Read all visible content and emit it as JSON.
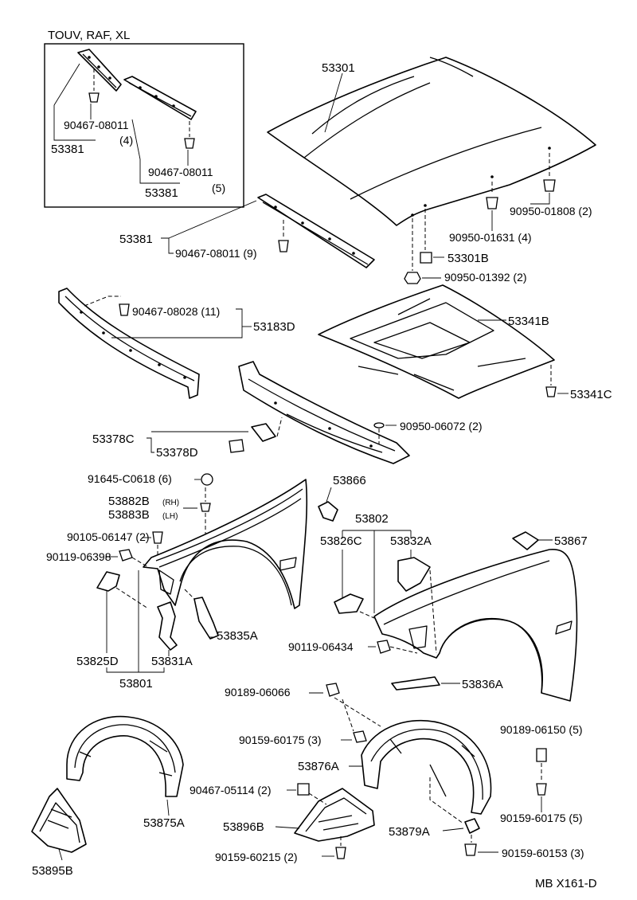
{
  "inset": {
    "title": "TOUV, RAF, XL",
    "fastener_a": "90467-08011",
    "qty_a": "(4)",
    "part_a": "53381",
    "fastener_b": "90467-08011",
    "qty_b": "(5)",
    "part_b": "53381"
  },
  "labels": {
    "hood": "53301",
    "hood_grommet_a": "90950-01808 (2)",
    "hood_grommet_b": "90950-01631 (4)",
    "hood_bumper": "53301B",
    "hood_clip": "90950-01392 (2)",
    "stiffener": "53381",
    "stiffener_clip": "90467-08011 (9)",
    "seal_clip": "90467-08028 (11)",
    "seal": "53183D",
    "insulator": "53341B",
    "insulator_clip": "53341C",
    "support_plug": "90950-06072 (2)",
    "brace_group": "53378C",
    "brace": "53378D",
    "washer_nut": "91645-C0618 (6)",
    "apron_seal_rh": "53882B",
    "apron_seal_lh": "53883B",
    "rh": "(RH)",
    "lh": "(LH)",
    "bolt_a": "90105-06147 (2)",
    "bolt_b": "90119-06398",
    "protector_l": "53866",
    "fender_assy": "53802",
    "fender_bracket_c": "53826C",
    "fender_bracket_a": "53832A",
    "protector_r": "53867",
    "fender_brace": "53835A",
    "bolt_c": "90119-06434",
    "bracket_d": "53825D",
    "bracket_a": "53831A",
    "fender_l": "53801",
    "fender_brace_b": "53836A",
    "screw_a": "90189-06066",
    "screw_b": "90189-06150 (5)",
    "screw_c": "90159-60175 (3)",
    "liner_r": "53876A",
    "clip_a": "90467-05114 (2)",
    "screw_d": "90159-60175 (5)",
    "shield_r": "53896B",
    "shield_r2": "53879A",
    "liner_l": "53875A",
    "screw_e": "90159-60215 (2)",
    "screw_f": "90159-60153 (3)",
    "shield_l": "53895B",
    "figure_code": "MB X161-D"
  }
}
